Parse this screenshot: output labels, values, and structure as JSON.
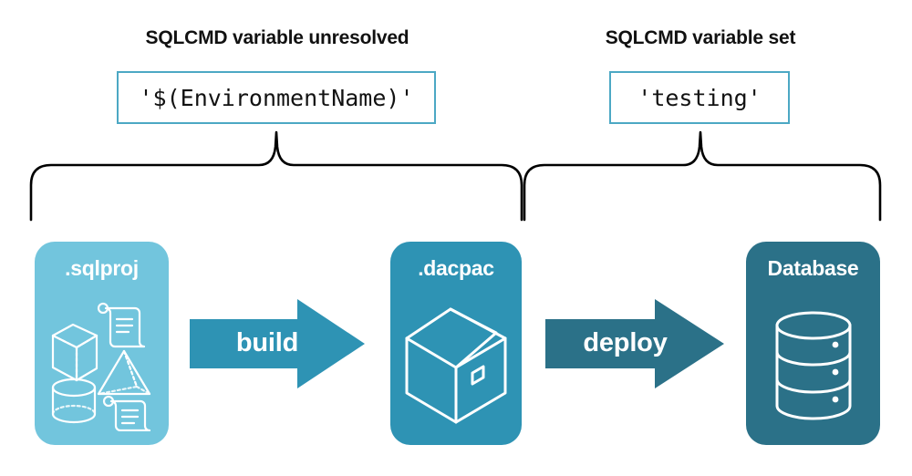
{
  "diagram": {
    "title_left": "SQLCMD variable unresolved",
    "title_right": "SQLCMD variable set",
    "code_left": "'$(EnvironmentName)'",
    "code_right": "'testing'",
    "colors": {
      "sqlproj_card": "#72C5DD",
      "dacpac_card": "#2E93B4",
      "database_card": "#2B7188",
      "build_arrow": "#2E93B4",
      "deploy_arrow": "#2B7188",
      "code_box_border": "#4CA8C4",
      "brace_stroke": "#000000",
      "background": "#FFFFFF",
      "icon_stroke": "#FFFFFF"
    },
    "nodes": [
      {
        "id": "sqlproj",
        "label": ".sqlproj",
        "icons": [
          "cube-icon",
          "scroll-icon",
          "pyramid-icon",
          "cylinder-icon",
          "scroll-icon"
        ]
      },
      {
        "id": "dacpac",
        "label": ".dacpac",
        "icons": [
          "package-box-icon"
        ]
      },
      {
        "id": "database",
        "label": "Database",
        "icons": [
          "database-cylinder-icon"
        ]
      }
    ],
    "arrows": [
      {
        "id": "build",
        "label": "build",
        "from": "sqlproj",
        "to": "dacpac"
      },
      {
        "id": "deploy",
        "label": "deploy",
        "from": "dacpac",
        "to": "database"
      }
    ],
    "braces": [
      {
        "id": "brace-left",
        "covers": "sqlproj-to-dacpac",
        "annotation": "code_left"
      },
      {
        "id": "brace-right",
        "covers": "dacpac-to-database",
        "annotation": "code_right"
      }
    ]
  }
}
